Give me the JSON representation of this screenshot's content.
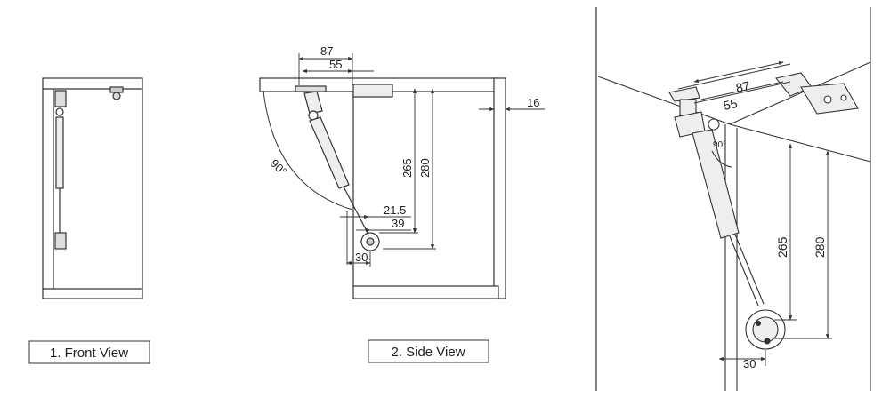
{
  "front_view": {
    "caption": "1. Front View"
  },
  "side_view": {
    "caption": "2. Side View",
    "dims": {
      "d87": "87",
      "d55": "55",
      "d16": "16",
      "d265": "265",
      "d280": "280",
      "d21_5": "21.5",
      "d39": "39",
      "d30": "30",
      "angle": "90°"
    }
  },
  "perspective": {
    "dims": {
      "d87": "87",
      "d55": "55",
      "d265": "265",
      "d280": "280",
      "d30": "30",
      "angle": "90°"
    }
  },
  "colors": {
    "line": "#333333",
    "panel_fill": "#f2f2f2",
    "strut_fill": "#e6e6e6"
  }
}
